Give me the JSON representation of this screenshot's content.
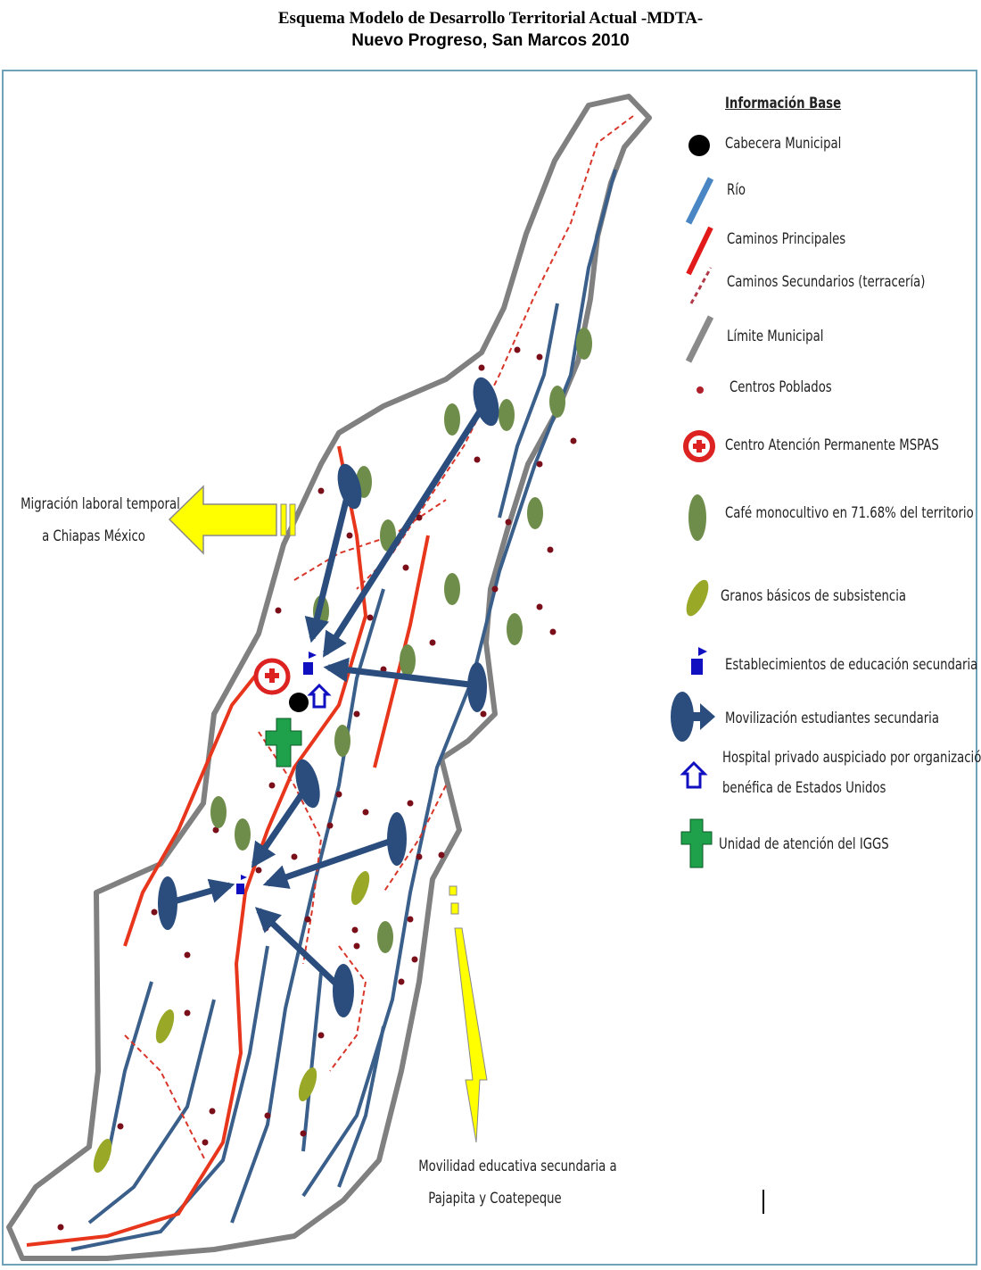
{
  "title": {
    "line1": "Esquema Modelo de Desarrollo Territorial Actual  -MDTA-",
    "line2": "Nuevo Progreso, San Marcos 2010"
  },
  "legend": {
    "heading": "Información Base",
    "items": [
      {
        "label": "Cabecera Municipal",
        "icon": "black-circle-icon"
      },
      {
        "label": "Río",
        "icon": "river-line-icon"
      },
      {
        "label": "Caminos Principales",
        "icon": "main-road-line-icon"
      },
      {
        "label": "Caminos Secundarios (terracería)",
        "icon": "dashed-road-line-icon"
      },
      {
        "label": "Límite Municipal",
        "icon": "boundary-line-icon"
      },
      {
        "label": "Centros Poblados",
        "icon": "red-dot-icon"
      },
      {
        "label": "Centro Atención Permanente MSPAS",
        "icon": "health-center-icon"
      },
      {
        "label": "Café monocultivo en 71.68% del territorio",
        "icon": "coffee-plant-icon"
      },
      {
        "label": "Granos básicos de subsistencia",
        "icon": "corn-icon"
      },
      {
        "label": "Establecimientos de educación secundaria",
        "icon": "school-flag-icon"
      },
      {
        "label": "Movilización estudiantes secundaria",
        "icon": "student-arrow-icon"
      },
      {
        "label": "Hospital privado  auspiciado por organización",
        "label2": "benéfica de Estados Unidos",
        "icon": "hospital-house-icon"
      },
      {
        "label": "Unidad de atención del IGGS",
        "icon": "green-cross-icon"
      }
    ]
  },
  "annotations": {
    "migration_line1": "Migración laboral temporal",
    "migration_line2": "a Chiapas México",
    "mobility_line1": "Movilidad educativa secundaria a",
    "mobility_line2": "Pajapita y Coatepeque"
  },
  "colors": {
    "boundary": "#808080",
    "river": "#3a5f8a",
    "road": "#e8361c",
    "secondary_road": "#d9362a",
    "settlement": "#7a0f1a",
    "arrow": "#2a4d7e",
    "migration_arrow": "#ffff00",
    "igss": "#1fa04a",
    "school": "#1010c0"
  }
}
